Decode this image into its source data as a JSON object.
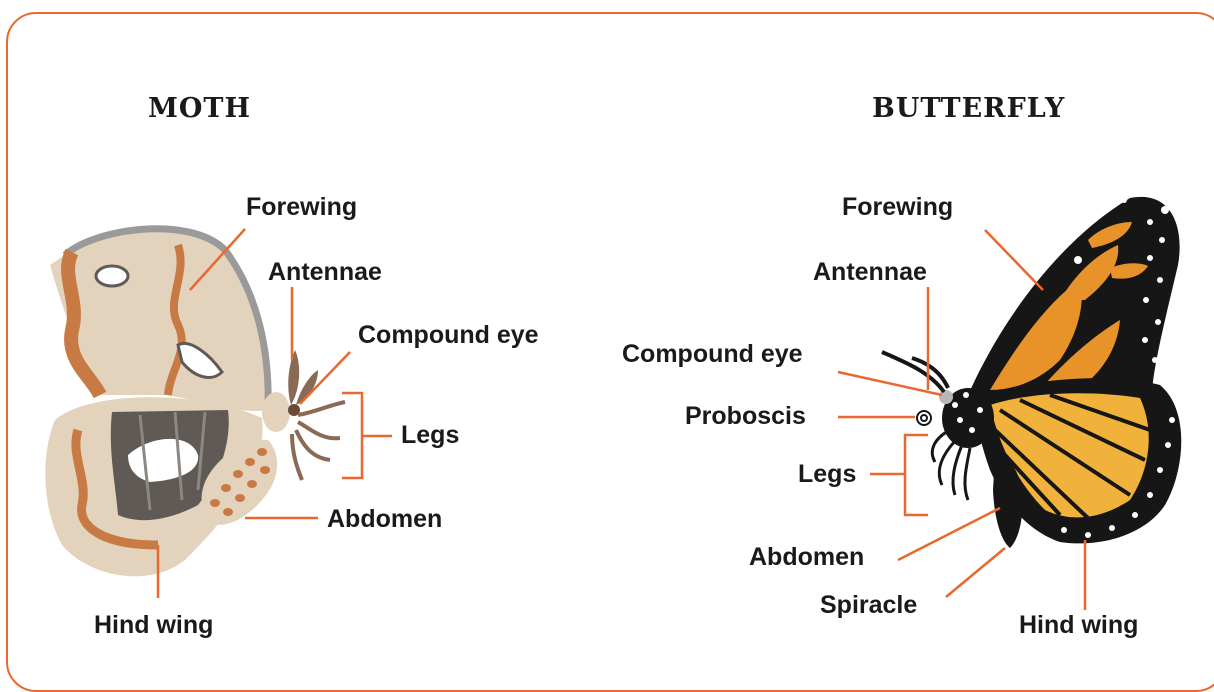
{
  "moth": {
    "title": "MOTH",
    "labels": {
      "forewing": "Forewing",
      "antennae": "Antennae",
      "compound_eye": "Compound eye",
      "legs": "Legs",
      "abdomen": "Abdomen",
      "hind_wing": "Hind wing"
    },
    "colors": {
      "wing": "#e3d3bd",
      "band": "#c87a45",
      "edge": "#9a9a9a",
      "pattern": "#5f5a56"
    }
  },
  "butterfly": {
    "title": "BUTTERFLY",
    "labels": {
      "forewing": "Forewing",
      "antennae": "Antennae",
      "compound_eye": "Compound eye",
      "proboscis": "Proboscis",
      "legs": "Legs",
      "abdomen": "Abdomen",
      "spiracle": "Spiracle",
      "hind_wing": "Hind wing"
    },
    "colors": {
      "wing_outline": "#161616",
      "fore_orange": "#e8922a",
      "hind_orange": "#f1b23b",
      "spots": "#ffffff"
    }
  },
  "colors": {
    "accent": "#e8692f",
    "label_text": "#1a1a1a"
  }
}
